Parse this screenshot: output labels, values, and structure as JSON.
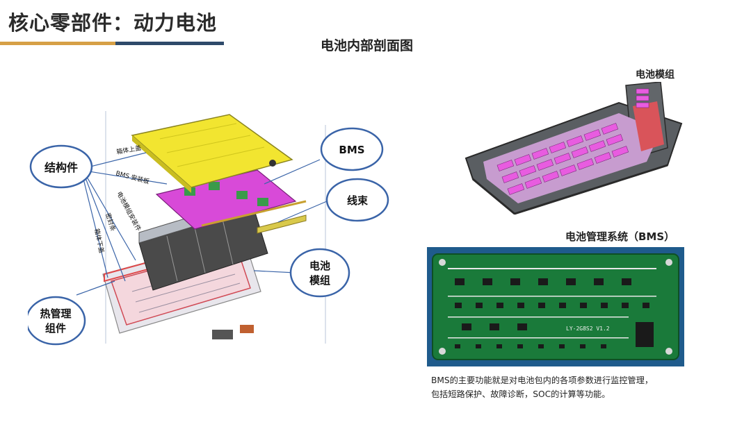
{
  "header": {
    "title": "核心零部件：动力电池",
    "accent_gold": "#d6a046",
    "accent_navy": "#2e4a6a"
  },
  "diagram": {
    "title": "电池内部剖面图",
    "bubbles": {
      "structure": "结构件",
      "bms": "BMS",
      "harness": "线束",
      "module_line1": "电池",
      "module_line2": "模组",
      "thermal_line1": "热管理",
      "thermal_line2": "组件"
    },
    "callouts": {
      "top_cover": "箱体上盖",
      "bms_plate": "BMS 安装板",
      "module_mount": "电池模组安装件",
      "seal": "密封条",
      "bottom_case": "箱体下盖"
    }
  },
  "right_panel": {
    "pack_label": "电池模组",
    "bms_label": "电池管理系统（BMS）",
    "pcb_marking": "LY-2G8S2 V1.2",
    "description_line1": "BMS的主要功能就是对电池包内的各项参数进行监控管理，",
    "description_line2": "包括短路保护、故障诊断，SOC的计算等功能。"
  }
}
